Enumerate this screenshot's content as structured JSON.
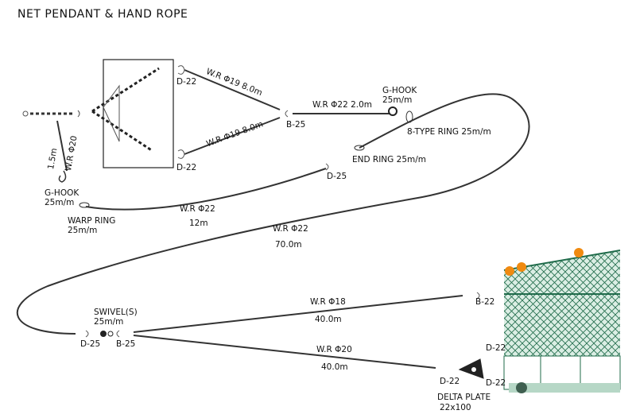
{
  "title": "NET PENDANT & HAND ROPE",
  "labels": {
    "d22_a": "D-22",
    "d22_b": "D-22",
    "wr19_top": "W.R Φ19  8.0m",
    "wr19_mid": "W.R Φ19  8.0m",
    "b25_top": "B-25",
    "wr22_short": "W.R Φ22  2.0m",
    "ghook_top": "G-HOOK",
    "ghook_top_size": "25m/m",
    "eight_ring": "8-TYPE RING 25m/m",
    "end_ring": "END RING 25m/m",
    "d25_mid": "D-25",
    "wr20_left": "W.R Φ20",
    "wr20_left_len": "1.5m",
    "ghook_left": "G-HOOK",
    "ghook_left_size": "25m/m",
    "warp_ring": "WARP RING",
    "warp_ring_size": "25m/m",
    "wr22_12": "W.R Φ22",
    "wr22_12_len": "12m",
    "wr22_70": "W.R Φ22",
    "wr22_70_len": "70.0m",
    "swivel": "SWIVEL(S)",
    "swivel_size": "25m/m",
    "d25_low": "D-25",
    "b25_low": "B-25",
    "wr18": "W.R Φ18",
    "wr18_len": "40.0m",
    "wr20_low": "W.R Φ20",
    "wr20_low_len": "40.0m",
    "b22_net": "B-22",
    "d22_net1": "D-22",
    "d22_plate": "D-22",
    "d22_net2": "D-22",
    "delta_plate": "DELTA PLATE",
    "delta_plate_size": "22x100"
  },
  "colors": {
    "line": "#222222",
    "net": "#1f6b4a",
    "float": "#f08a10",
    "net_bg": "#dbeee4"
  }
}
